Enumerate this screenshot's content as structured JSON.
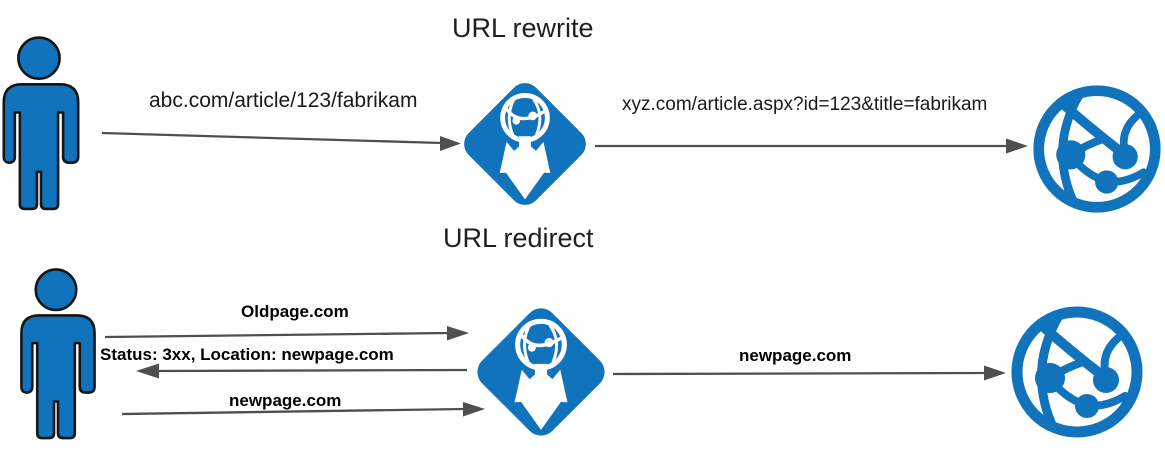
{
  "colors": {
    "icon_blue": "#1173bc",
    "arrow_gray": "#4f4f4f",
    "text": "#1a1a1a",
    "person_outline": "#161616"
  },
  "icons": {
    "user": "user-icon",
    "gateway": "application-gateway-icon",
    "web_app": "web-app-icon"
  },
  "rewrite": {
    "title": "URL rewrite",
    "request_label": "abc.com/article/123/fabrikam",
    "rewritten_label": "xyz.com/article.aspx?id=123&title=fabrikam"
  },
  "redirect": {
    "title": "URL redirect",
    "request_label": "Oldpage.com",
    "response_label": "Status: 3xx, Location: newpage.com",
    "new_request_label": "newpage.com",
    "forward_label": "newpage.com"
  }
}
